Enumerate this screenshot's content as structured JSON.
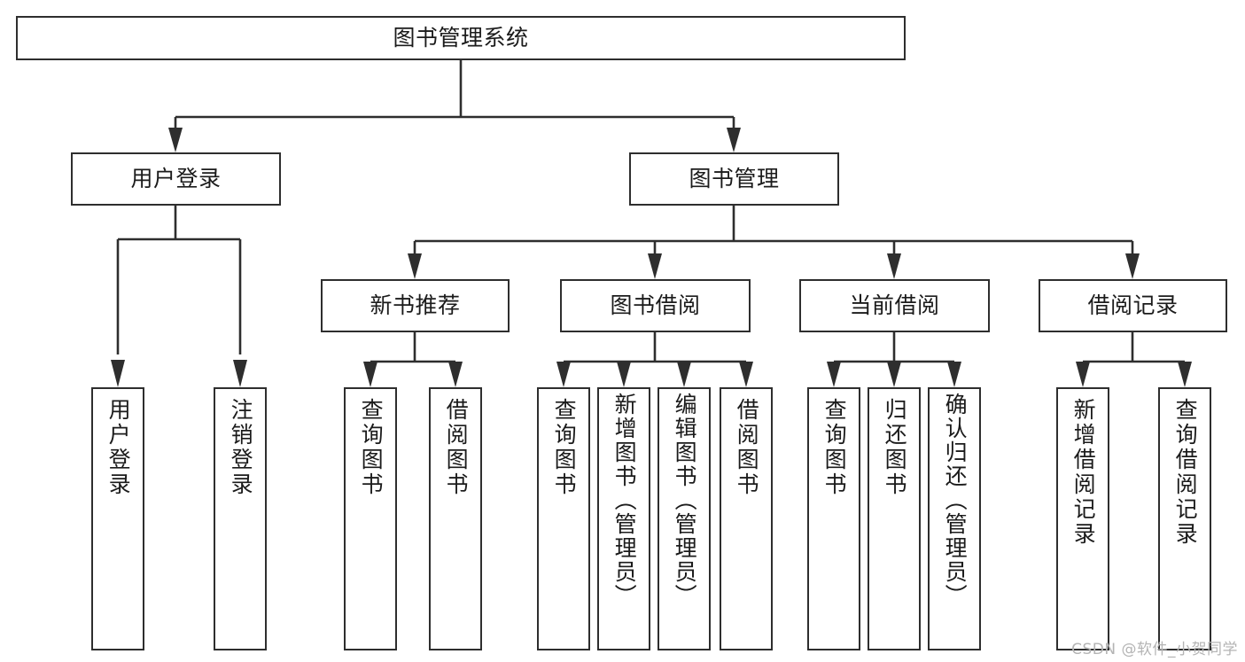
{
  "diagram": {
    "title": "图书管理系统",
    "type": "tree-hierarchy-functional-decomposition",
    "colors": {
      "stroke": "#2e2e2e",
      "background": "#ffffff",
      "text": "#1b1b1b",
      "watermark": "#b4b4b4"
    },
    "root": {
      "label": "图书管理系统"
    },
    "level2": [
      {
        "label": "用户登录"
      },
      {
        "label": "图书管理"
      }
    ],
    "level3": [
      {
        "label": "新书推荐"
      },
      {
        "label": "图书借阅"
      },
      {
        "label": "当前借阅"
      },
      {
        "label": "借阅记录"
      }
    ],
    "leaves": {
      "user_login": [
        {
          "label": "用户登录"
        },
        {
          "label": "注销登录"
        }
      ],
      "new_book_recommend": [
        {
          "label": "查询图书"
        },
        {
          "label": "借阅图书"
        }
      ],
      "book_borrow": [
        {
          "label": "查询图书"
        },
        {
          "label": "新增图书（管理员）"
        },
        {
          "label": "编辑图书（管理员）"
        },
        {
          "label": "借阅图书"
        }
      ],
      "current_borrow": [
        {
          "label": "查询图书"
        },
        {
          "label": "归还图书"
        },
        {
          "label": "确认归还（管理员）"
        }
      ],
      "borrow_records": [
        {
          "label": "新增借阅记录"
        },
        {
          "label": "查询借阅记录"
        }
      ]
    }
  },
  "watermark": {
    "text": "CSDN @软件_小贺同学"
  }
}
